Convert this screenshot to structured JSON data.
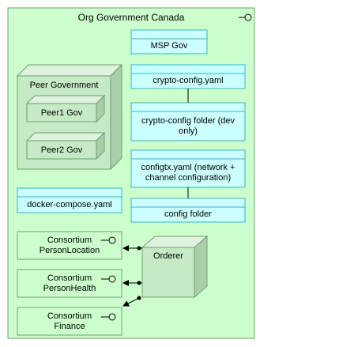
{
  "org": {
    "title": "Org Government Canada"
  },
  "msp": {
    "label": "MSP Gov"
  },
  "peer_group": {
    "title": "Peer Government",
    "peers": [
      {
        "label": "Peer1 Gov"
      },
      {
        "label": "Peer2 Gov"
      }
    ]
  },
  "artifacts": {
    "crypto_config_yaml": "crypto-config.yaml",
    "crypto_config_folder": "crypto-config folder (dev only)",
    "configtx_yaml": "configtx.yaml (network + channel configuration)",
    "config_folder": "config folder",
    "docker_compose": "docker-compose.yaml"
  },
  "orderer": {
    "label": "Orderer"
  },
  "consortiums": [
    {
      "label": "Consortium PersonLocation"
    },
    {
      "label": "Consortium PersonHealth"
    },
    {
      "label": "Consortium Finance"
    }
  ],
  "colors": {
    "org_fill": "#ccffcc",
    "node_fill": "#c5eac5",
    "node_side": "#a9cfa9",
    "artifact_fill": "#ccffff",
    "artifact_stroke": "#35b4c8",
    "line": "#5a7a5a"
  }
}
